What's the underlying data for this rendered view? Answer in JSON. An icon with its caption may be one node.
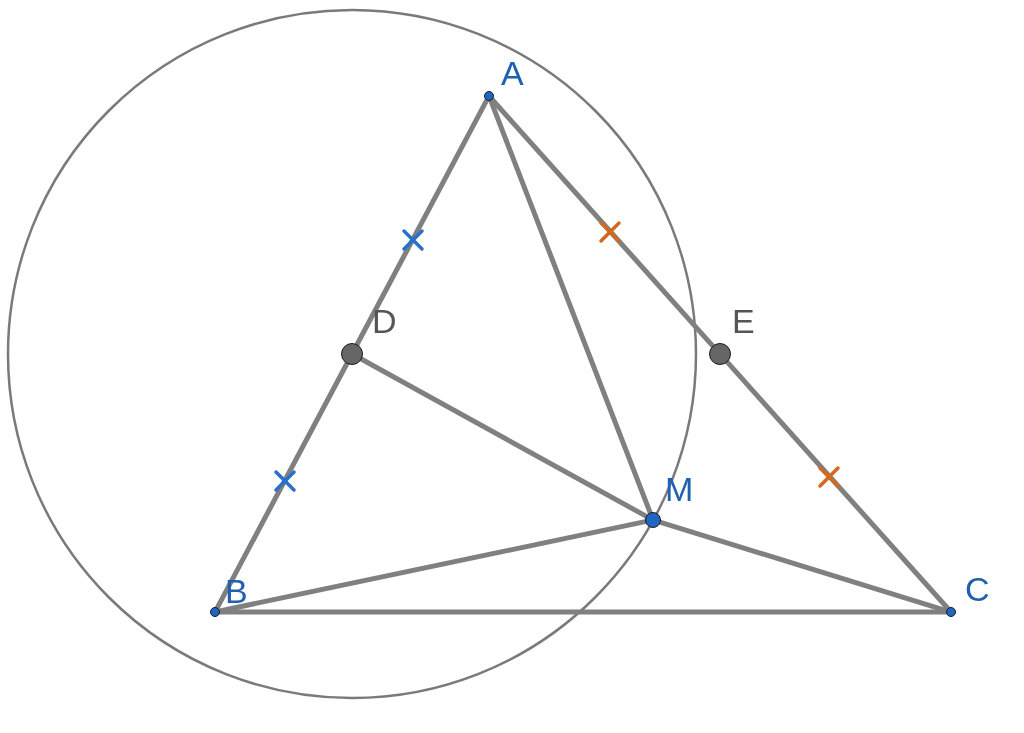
{
  "diagram": {
    "nodes": [
      {
        "text": [
          "A"
        ]
      },
      {
        "text": [
          "B"
        ]
      },
      {
        "text": [
          "C"
        ]
      },
      {
        "text": [
          "D"
        ]
      },
      {
        "text": [
          "E"
        ]
      },
      {
        "text": [
          "M"
        ]
      }
    ],
    "edges": [
      {
        "from": 0,
        "to": 3,
        "arrow": "none"
      },
      {
        "from": 3,
        "to": 1,
        "arrow": "none"
      },
      {
        "from": 0,
        "to": 4,
        "arrow": "none"
      },
      {
        "from": 4,
        "to": 2,
        "arrow": "none"
      },
      {
        "from": 1,
        "to": 2,
        "arrow": "none"
      },
      {
        "from": 0,
        "to": 5,
        "arrow": "none"
      },
      {
        "from": 3,
        "to": 5,
        "arrow": "none"
      },
      {
        "from": 1,
        "to": 5,
        "arrow": "none"
      },
      {
        "from": 5,
        "to": 2,
        "arrow": "none"
      }
    ]
  }
}
